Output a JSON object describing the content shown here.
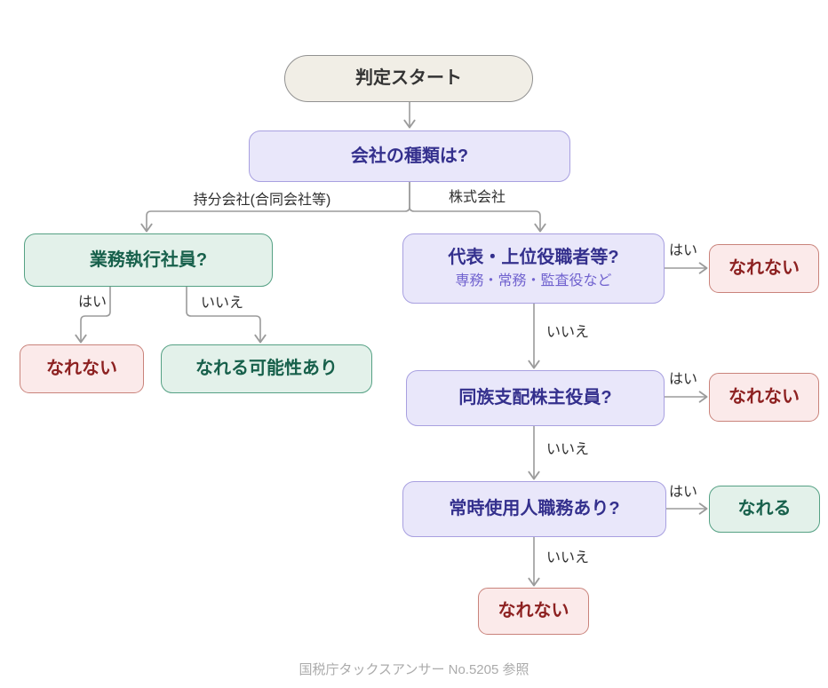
{
  "diagram": {
    "nodes": {
      "start": {
        "label": "判定スタート",
        "type": "start"
      },
      "company_type": {
        "label": "会社の種類は?",
        "type": "question"
      },
      "executive_member": {
        "label": "業務執行社員?",
        "type": "question"
      },
      "cannot_left": {
        "label": "なれない",
        "type": "result-no"
      },
      "can_possibly": {
        "label": "なれる可能性あり",
        "type": "result-yes"
      },
      "top_officer": {
        "label": "代表・上位役職者等?",
        "sublabel": "専務・常務・監査役など",
        "type": "question"
      },
      "cannot_right_1": {
        "label": "なれない",
        "type": "result-no"
      },
      "family_shareholder": {
        "label": "同族支配株主役員?",
        "type": "question"
      },
      "cannot_right_2": {
        "label": "なれない",
        "type": "result-no"
      },
      "employee_duties": {
        "label": "常時使用人職務あり?",
        "type": "question"
      },
      "can_become": {
        "label": "なれる",
        "type": "result-yes"
      },
      "cannot_bottom": {
        "label": "なれない",
        "type": "result-no"
      }
    },
    "edges": [
      {
        "from": "start",
        "to": "company_type",
        "label": ""
      },
      {
        "from": "company_type",
        "to": "executive_member",
        "label": "持分会社(合同会社等)"
      },
      {
        "from": "company_type",
        "to": "top_officer",
        "label": "株式会社"
      },
      {
        "from": "executive_member",
        "to": "cannot_left",
        "label": "はい"
      },
      {
        "from": "executive_member",
        "to": "can_possibly",
        "label": "いいえ"
      },
      {
        "from": "top_officer",
        "to": "cannot_right_1",
        "label": "はい"
      },
      {
        "from": "top_officer",
        "to": "family_shareholder",
        "label": "いいえ"
      },
      {
        "from": "family_shareholder",
        "to": "cannot_right_2",
        "label": "はい"
      },
      {
        "from": "family_shareholder",
        "to": "employee_duties",
        "label": "いいえ"
      },
      {
        "from": "employee_duties",
        "to": "can_become",
        "label": "はい"
      },
      {
        "from": "employee_duties",
        "to": "cannot_bottom",
        "label": "いいえ"
      }
    ],
    "footer": "国税庁タックスアンサー No.5205 参照",
    "colors": {
      "start_fill": "#f1eee6",
      "start_border": "#919191",
      "start_text": "#333333",
      "question_fill": "#e9e7fa",
      "question_border": "#a8a0e0",
      "question_text": "#34308d",
      "question_subtext": "#7163cf",
      "yes_fill": "#e3f1ea",
      "yes_border": "#55a184",
      "yes_text": "#17604b",
      "no_fill": "#fbeaea",
      "no_border": "#c9837b",
      "no_text": "#8d2121",
      "edge": "#9b9b9b",
      "edge_label_text": "#2f2f2f",
      "footer_text": "#ababab"
    }
  }
}
